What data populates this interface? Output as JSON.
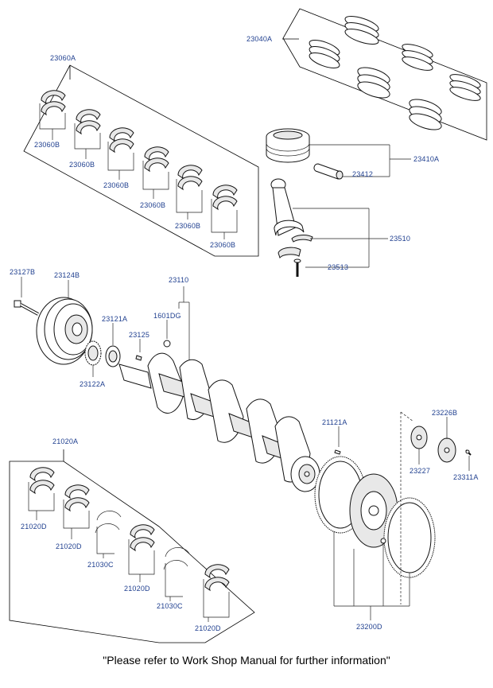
{
  "labels": {
    "p23040A": "23040A",
    "p23060A": "23060A",
    "p23060B_1": "23060B",
    "p23060B_2": "23060B",
    "p23060B_3": "23060B",
    "p23060B_4": "23060B",
    "p23060B_5": "23060B",
    "p23060B_6": "23060B",
    "p23410A": "23410A",
    "p23412": "23412",
    "p23510": "23510",
    "p23513": "23513",
    "p23127B": "23127B",
    "p23124B": "23124B",
    "p23110": "23110",
    "p1601DG": "1601DG",
    "p23121A": "23121A",
    "p23125": "23125",
    "p23122A": "23122A",
    "p21121A": "21121A",
    "p23226B": "23226B",
    "p23227": "23227",
    "p23311A": "23311A",
    "p21020A": "21020A",
    "p21020D_1": "21020D",
    "p21020D_2": "21020D",
    "p21030C_1": "21030C",
    "p21020D_3": "21020D",
    "p21030C_2": "21030C",
    "p21020D_4": "21020D",
    "p23200D": "23200D"
  },
  "footer_note": "\"Please refer to Work Shop Manual for further information\""
}
